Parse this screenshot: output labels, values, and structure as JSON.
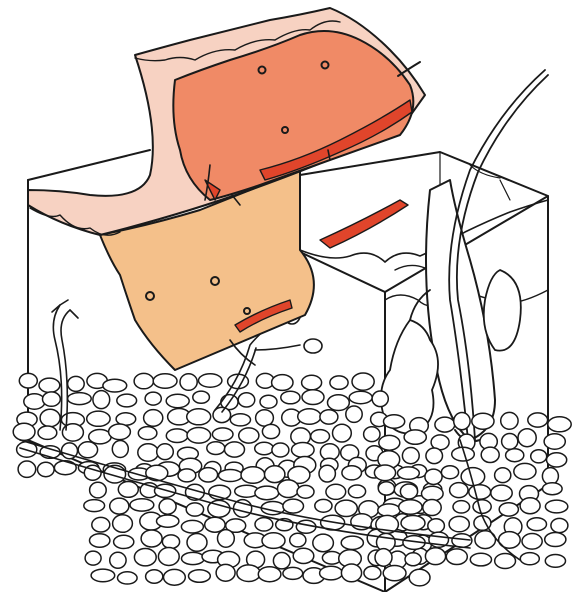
{
  "figure": {
    "kind": "skin-block-cross-section-illustration",
    "colors": {
      "background": "#ffffff",
      "outline": "#1a1a1a",
      "epidermis_flap": "#f08a66",
      "epidermis_flap_inner": "#f7d2c2",
      "dermis_flap": "#f4c08a",
      "vessel_red": "#e0452b",
      "fat_cells": "#ffffff"
    },
    "parts": [
      "peeled-skin-flap",
      "epidermis-layer",
      "dermis-layer",
      "red-vascular-band",
      "skin-block",
      "subcutaneous-fat-cells",
      "hair-shaft",
      "hair-follicle",
      "sweat-gland",
      "sebaceous-gland",
      "nerve-fibers",
      "sensory-receptors"
    ]
  }
}
